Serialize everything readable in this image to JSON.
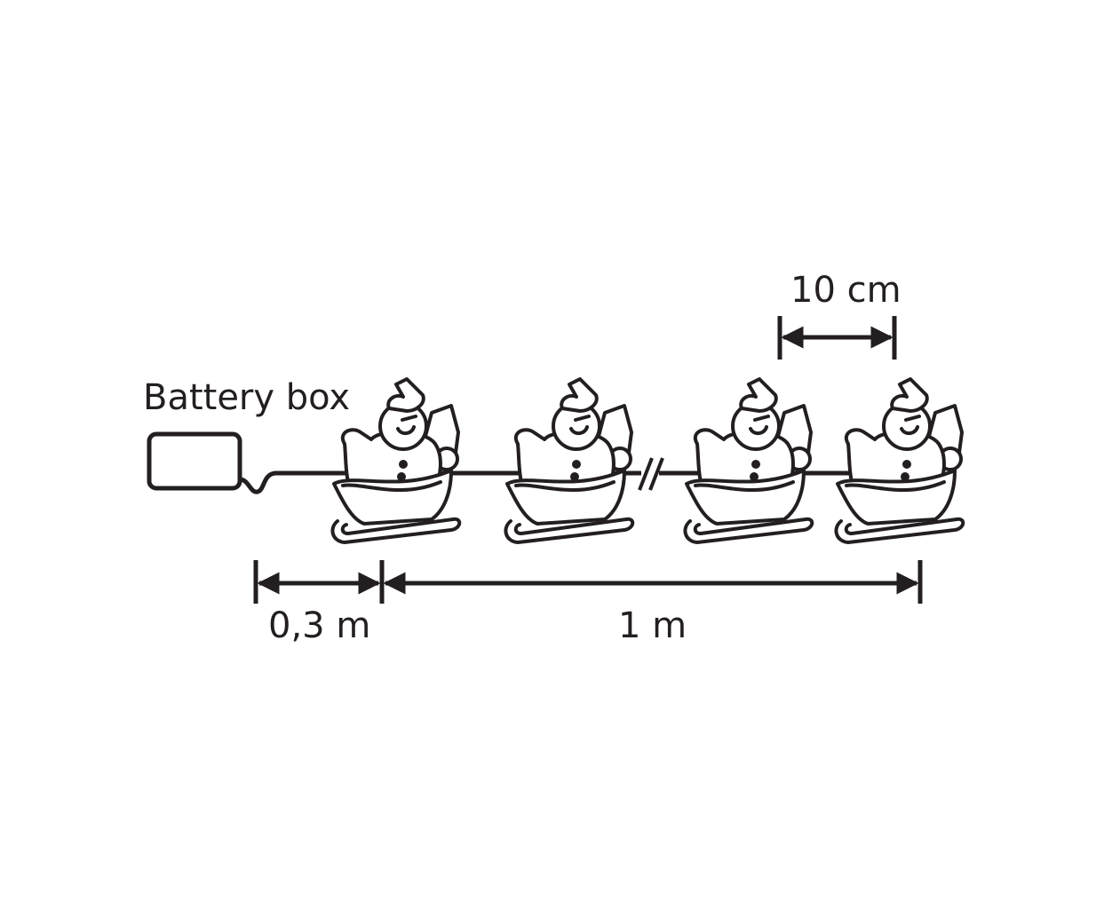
{
  "labels": {
    "battery_box": "Battery box",
    "spacing": "10 cm",
    "lead_length": "0,3 m",
    "string_length": "1 m"
  },
  "figure_count": 4,
  "colors": {
    "ink": "#231f20",
    "background": "#ffffff"
  }
}
